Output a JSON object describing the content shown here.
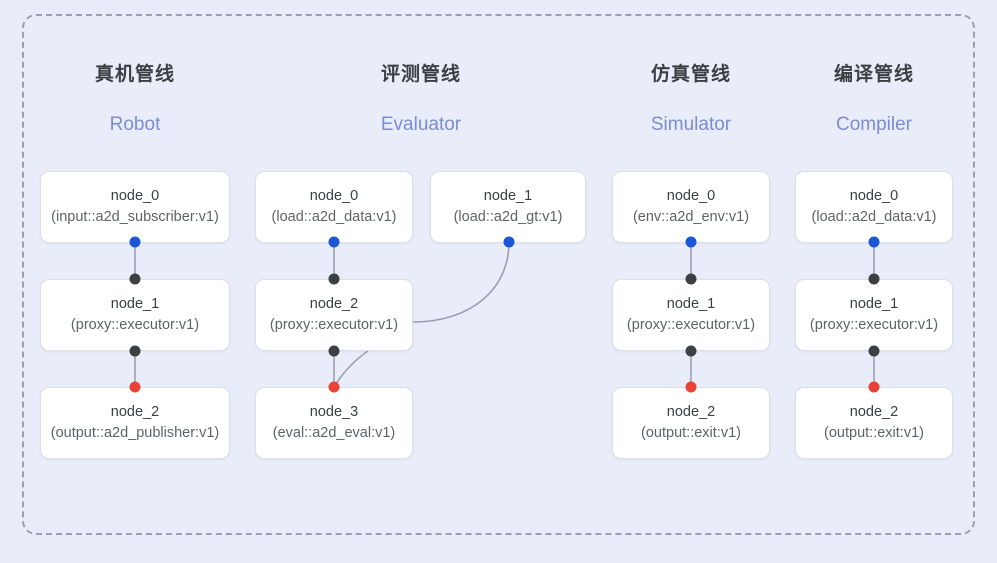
{
  "canvas": {
    "background_color": "#e9edf9",
    "group_border_color": "#9aa0ae",
    "group_border_style": "dashed"
  },
  "colors": {
    "port_input_blue": "#1a56d6",
    "port_middle_black": "#3c4043",
    "port_output_red": "#ea4335",
    "node_border": "#dcdfe6",
    "node_background": "#ffffff",
    "header_cn": "#3c4043",
    "header_en": "#7b8dd0",
    "edge_line": "#9aa0ae"
  },
  "columns": [
    {
      "id": "robot",
      "title_cn": "真机管线",
      "title_en": "Robot",
      "nodes": [
        {
          "name": "node_0",
          "type": "(input::a2d_subscriber:v1)",
          "ports": [
            "in"
          ]
        },
        {
          "name": "node_1",
          "type": "(proxy::executor:v1)",
          "ports": [
            "mid-top",
            "mid-bottom"
          ]
        },
        {
          "name": "node_2",
          "type": "(output::a2d_publisher:v1)",
          "ports": [
            "out"
          ]
        }
      ]
    },
    {
      "id": "evaluator",
      "title_cn": "评测管线",
      "title_en": "Evaluator",
      "nodes": [
        {
          "name": "node_0",
          "type": "(load::a2d_data:v1)",
          "ports": [
            "in"
          ]
        },
        {
          "name": "node_1",
          "type": "(load::a2d_gt:v1)",
          "ports": [
            "in"
          ]
        },
        {
          "name": "node_2",
          "type": "(proxy::executor:v1)",
          "ports": [
            "mid-top",
            "mid-bottom"
          ]
        },
        {
          "name": "node_3",
          "type": "(eval::a2d_eval:v1)",
          "ports": [
            "out"
          ]
        }
      ]
    },
    {
      "id": "simulator",
      "title_cn": "仿真管线",
      "title_en": "Simulator",
      "nodes": [
        {
          "name": "node_0",
          "type": "(env::a2d_env:v1)",
          "ports": [
            "in"
          ]
        },
        {
          "name": "node_1",
          "type": "(proxy::executor:v1)",
          "ports": [
            "mid-top",
            "mid-bottom"
          ]
        },
        {
          "name": "node_2",
          "type": "(output::exit:v1)",
          "ports": [
            "out"
          ]
        }
      ]
    },
    {
      "id": "compiler",
      "title_cn": "编译管线",
      "title_en": "Compiler",
      "nodes": [
        {
          "name": "node_0",
          "type": "(load::a2d_data:v1)",
          "ports": [
            "in"
          ]
        },
        {
          "name": "node_1",
          "type": "(proxy::executor:v1)",
          "ports": [
            "mid-top",
            "mid-bottom"
          ]
        },
        {
          "name": "node_2",
          "type": "(output::exit:v1)",
          "ports": [
            "out"
          ]
        }
      ]
    }
  ]
}
